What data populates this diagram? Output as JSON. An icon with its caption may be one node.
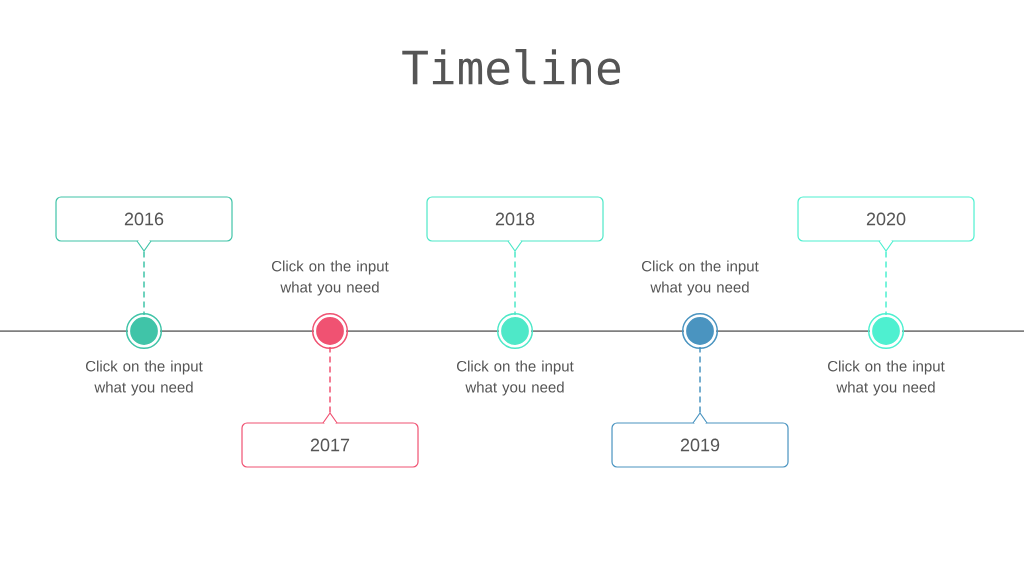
{
  "diagram": {
    "title": "Timeline",
    "nodes": [
      {
        "text": [
          "2016"
        ]
      },
      {
        "text": [],
        "shape": "circle",
        "beside": [
          "Click on the input what you need"
        ]
      },
      {
        "text": [
          "2017"
        ]
      },
      {
        "text": [],
        "shape": "circle",
        "beside": [
          "Click on the input what you need"
        ]
      },
      {
        "text": [
          "2018"
        ]
      },
      {
        "text": [],
        "shape": "circle",
        "beside": [
          "Click on the input what you need"
        ]
      },
      {
        "text": [
          "2019"
        ]
      },
      {
        "text": [],
        "shape": "circle",
        "beside": [
          "Click on the input what you need"
        ]
      },
      {
        "text": [
          "2020"
        ]
      },
      {
        "text": [],
        "shape": "circle",
        "beside": [
          "Click on the input what you need"
        ]
      }
    ],
    "edges": [
      {
        "from": 0,
        "to": 1,
        "arrow": "none",
        "style": "dashed",
        "color": "#40c4a8"
      },
      {
        "from": 2,
        "to": 3,
        "arrow": "none",
        "style": "dashed",
        "color": "#f05272"
      },
      {
        "from": 4,
        "to": 5,
        "arrow": "none",
        "style": "dashed",
        "color": "#4ee8c8"
      },
      {
        "from": 6,
        "to": 7,
        "arrow": "none",
        "style": "dashed",
        "color": "#4a94c0"
      },
      {
        "from": 8,
        "to": 9,
        "arrow": "none",
        "style": "dashed",
        "color": "#4ef0d0"
      }
    ]
  }
}
